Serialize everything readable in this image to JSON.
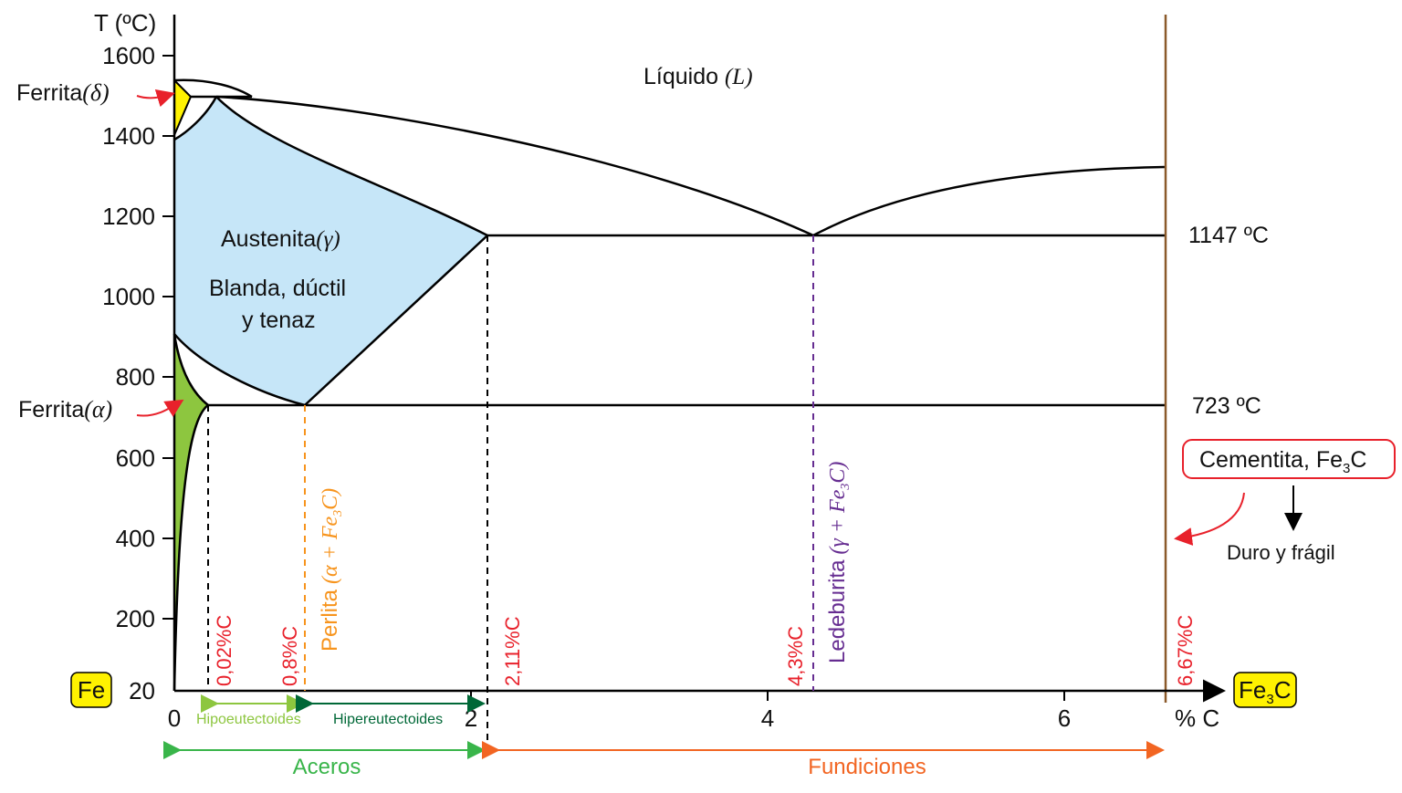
{
  "axes": {
    "ylabel": "T (ºC)",
    "xlabel": "% C",
    "yticks": [
      "1600",
      "1400",
      "1200",
      "1000",
      "800",
      "600",
      "400",
      "200",
      "20"
    ],
    "xticks": [
      "0",
      "2",
      "4",
      "6"
    ]
  },
  "endpoints": {
    "left": "Fe",
    "right_main": "Fe",
    "right_sub": "3",
    "right_tail": "C"
  },
  "phases": {
    "liquid": "Líquido",
    "liquid_symbol": "(L)",
    "delta_ferrite": "Ferrita",
    "delta_symbol": "(δ)",
    "alpha_ferrite": "Ferrita",
    "alpha_symbol": "(α)",
    "austenite": "Austenita",
    "austenite_symbol": "(γ)",
    "austenite_desc1": "Blanda, dúctil",
    "austenite_desc2": "y tenaz"
  },
  "temperatures": {
    "eutectic": "1147 ºC",
    "eutectoid": "723 ºC"
  },
  "compositions": [
    "0,02%C",
    "0,8%C",
    "2,11%C",
    "4,3%C",
    "6,67%C"
  ],
  "microstructures": {
    "perlite": "Perlita",
    "perlite_formula": "(α + Fe",
    "perlite_sub": "3",
    "perlite_tail": "C)",
    "ledeburite": "Ledeburita",
    "ledeburite_formula": "(γ + Fe",
    "ledeburite_sub": "3",
    "ledeburite_tail": "C)"
  },
  "cementite": {
    "label": "Cementita, Fe",
    "sub": "3",
    "tail": "C",
    "property": "Duro y frágil"
  },
  "ranges": {
    "hypo": "Hipoeutectoides",
    "hyper": "Hipereutectoides",
    "steels": "Aceros",
    "cast_irons": "Fundiciones"
  },
  "colors": {
    "austenite_fill": "#c6e6f8",
    "delta_fill": "#fff200",
    "alpha_fill": "#8dc63f",
    "composition_red": "#e8212b",
    "perlite_orange": "#f7941d",
    "ledeburite_purple": "#662d91",
    "cementite_line": "#8b5a2b",
    "hypo_green": "#8dc63f",
    "hyper_green": "#006837",
    "steels_green": "#39b54a",
    "cast_iron_orange": "#f26522",
    "endpoint_badge": "#fff200"
  }
}
